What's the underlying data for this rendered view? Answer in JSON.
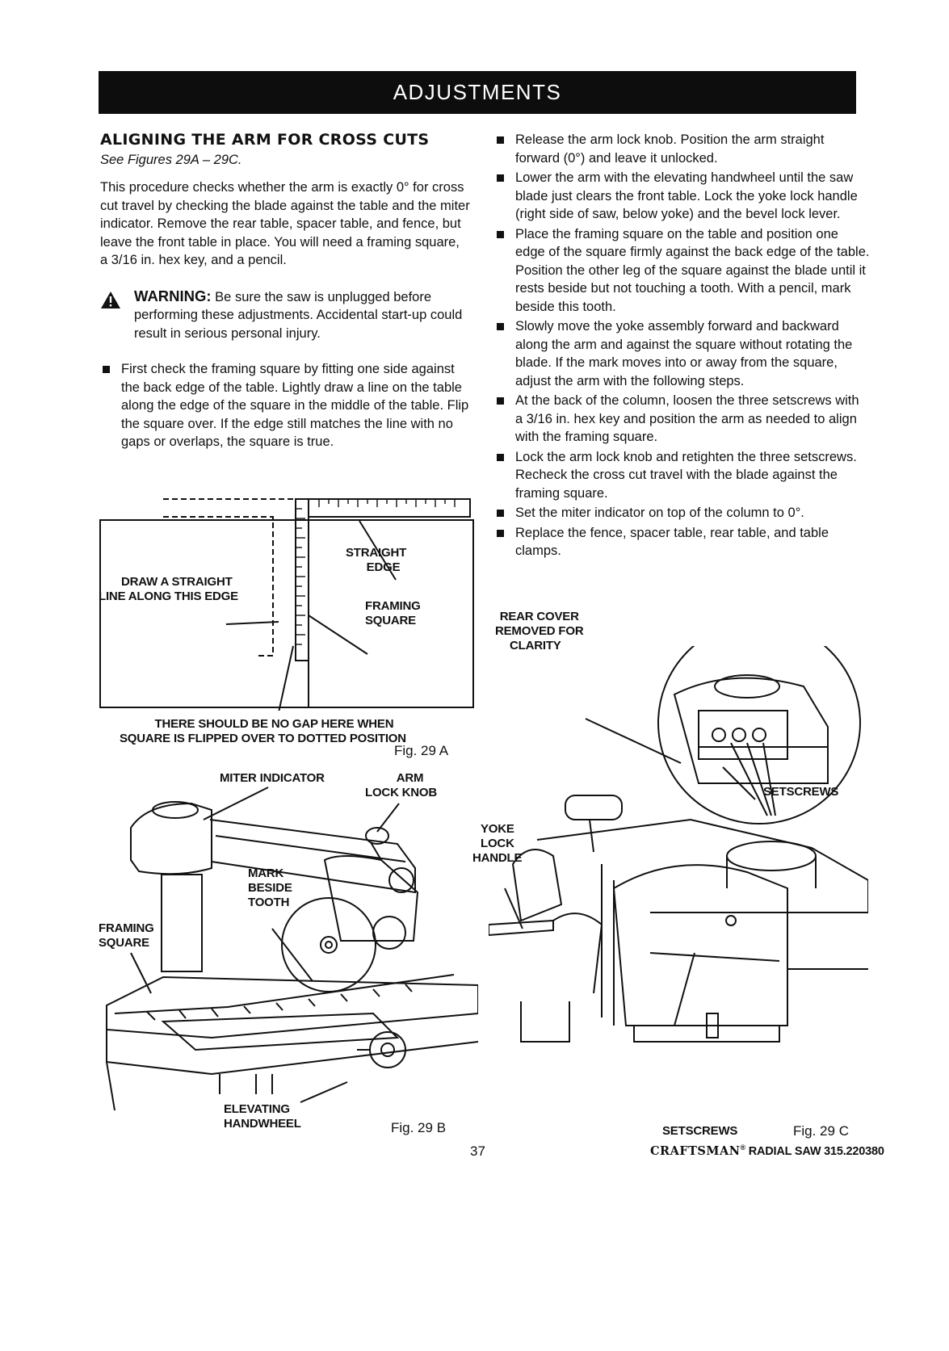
{
  "banner": {
    "title": "ADJUSTMENTS"
  },
  "section": {
    "heading": "ALIGNING THE ARM FOR CROSS CUTS",
    "subhead": "See Figures 29A – 29C.",
    "intro": "This procedure checks whether the arm is exactly 0° for cross cut travel by checking the blade against the table and the miter indicator. Remove the rear table, spacer table, and fence, but leave the front table in place. You will need a framing square, a 3/16 in. hex key, and a pencil.",
    "warning_word": "WARNING:",
    "warning_text": "Be sure the saw is unplugged before performing these adjustments. Accidental start-up could result in serious personal injury.",
    "left_bullets": [
      "First check the framing square by fitting one side against the back edge of the table. Lightly draw a line on the table along the edge of the square in the middle of the table. Flip the square over. If the edge still matches the line with no gaps or overlaps, the square is true."
    ],
    "right_bullets": [
      "Release the arm lock knob. Position the arm straight forward (0°) and leave it unlocked.",
      "Lower the arm with the elevating handwheel until the saw blade just clears the front table. Lock the yoke lock handle (right side of saw, below yoke) and the bevel lock lever.",
      "Place the framing square on the table and position one edge of the square firmly against the back edge of the table. Position the other leg of the square against the blade until it rests beside but not touching a tooth. With a pencil, mark beside this tooth.",
      "Slowly move the yoke assembly forward and backward along the arm and against the square without rotating the blade. If the mark moves into or away from the square, adjust the arm with the following steps.",
      "At the back of the column, loosen the three setscrews with a 3/16 in. hex key and position the arm as needed to align with the framing square.",
      "Lock the arm lock knob and retighten the three setscrews. Recheck the cross cut travel with the blade against the framing square.",
      "Set the miter indicator on top of the column to 0°.",
      "Replace the fence, spacer table, rear table, and table clamps."
    ]
  },
  "fig29a": {
    "label_draw_line_1": "DRAW A STRAIGHT",
    "label_draw_line_2": "LINE ALONG THIS EDGE",
    "label_straight_1": "STRAIGHT",
    "label_straight_2": "EDGE",
    "label_framing_1": "FRAMING",
    "label_framing_2": "SQUARE",
    "note_1": "THERE SHOULD BE NO GAP HERE WHEN",
    "note_2": "SQUARE IS FLIPPED OVER TO DOTTED POSITION",
    "caption": "Fig. 29 A"
  },
  "fig29b": {
    "label_miter": "MITER INDICATOR",
    "label_arm_1": "ARM",
    "label_arm_2": "LOCK KNOB",
    "label_mark_1": "MARK",
    "label_mark_2": "BESIDE",
    "label_mark_3": "TOOTH",
    "label_framing_1": "FRAMING",
    "label_framing_2": "SQUARE",
    "label_elev_1": "ELEVATING",
    "label_elev_2": "HANDWHEEL",
    "caption": "Fig. 29 B"
  },
  "fig29c": {
    "label_rear_1": "REAR COVER",
    "label_rear_2": "REMOVED FOR",
    "label_rear_3": "CLARITY",
    "label_setscrews_top": "SETSCREWS",
    "label_yoke_1": "YOKE",
    "label_yoke_2": "LOCK",
    "label_yoke_3": "HANDLE",
    "label_setscrews_bottom": "SETSCREWS",
    "caption": "Fig. 29 C"
  },
  "footer": {
    "page_number": "37",
    "brand": "CRAFTSMAN",
    "model": "RADIAL SAW 315.220380"
  }
}
